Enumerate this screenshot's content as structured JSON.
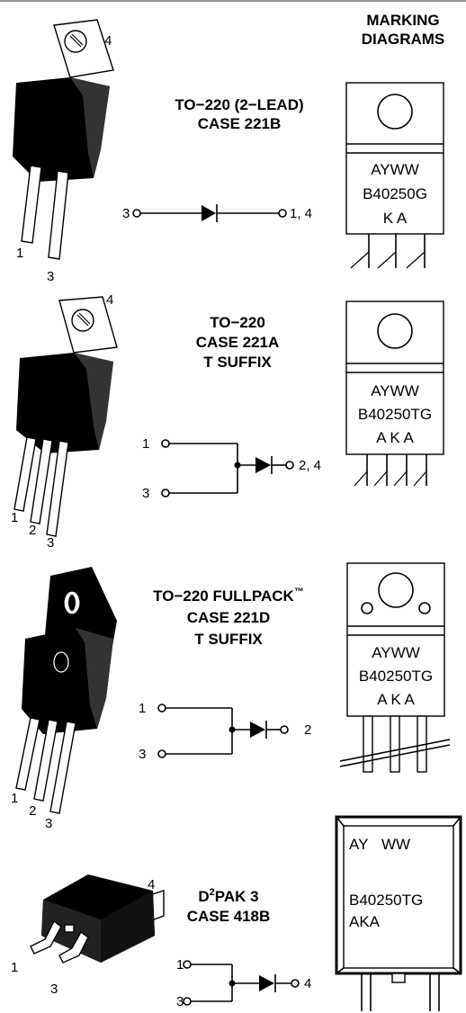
{
  "header": {
    "line1": "MARKING",
    "line2": "DIAGRAMS"
  },
  "packages": [
    {
      "title": [
        "TO−220 (2−LEAD)",
        "CASE 221B"
      ],
      "pins": {
        "left": "1",
        "bottom": "3",
        "tab": "4"
      },
      "schematic": {
        "left": "3",
        "right": "1, 4"
      },
      "marking": [
        "AYWW",
        "B40250G",
        "K A"
      ]
    },
    {
      "title": [
        "TO−220",
        "CASE 221A",
        "T SUFFIX"
      ],
      "pins": {
        "p1": "1",
        "p2": "2",
        "p3": "3",
        "tab": "4"
      },
      "schematic": {
        "top": "1",
        "bottom": "3",
        "right": "2, 4"
      },
      "marking": [
        "AYWW",
        "B40250TG",
        "A K A"
      ]
    },
    {
      "title": [
        "TO−220 FULLPACK",
        "CASE 221D",
        "T SUFFIX"
      ],
      "title_tm": "™",
      "pins": {
        "p1": "1",
        "p2": "2",
        "p3": "3"
      },
      "schematic": {
        "top": "1",
        "bottom": "3",
        "right": "2"
      },
      "marking": [
        "AYWW",
        "B40250TG",
        "A K A"
      ]
    },
    {
      "title_prefix": "D",
      "title_sup": "2",
      "title_suffix": "PAK 3",
      "title_line2": "CASE 418B",
      "pins": {
        "p1": "1",
        "p3": "3",
        "tab": "4"
      },
      "schematic": {
        "top": "1",
        "bottom": "3",
        "right": "4"
      },
      "marking": {
        "line1a": "AY",
        "line1b": "WW",
        "line2": "B40250TG",
        "line3": "AKA"
      }
    }
  ]
}
